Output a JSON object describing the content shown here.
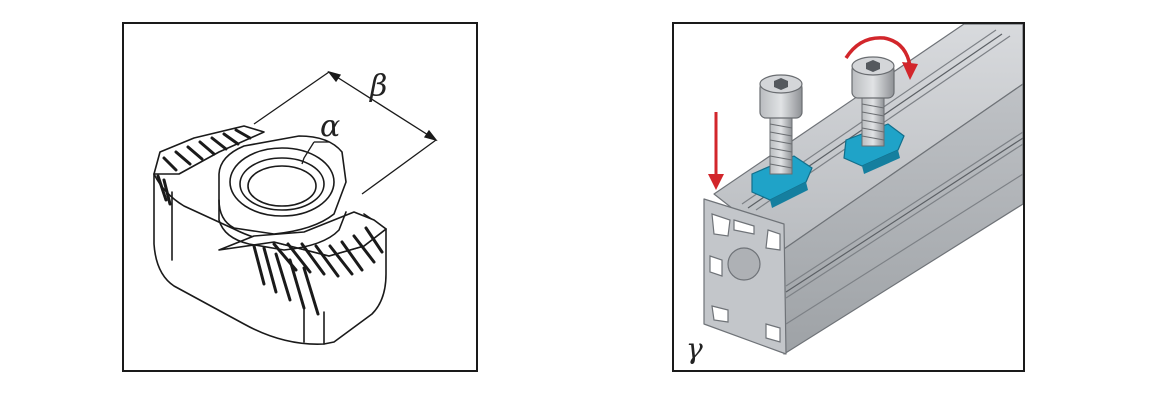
{
  "left_panel": {
    "label_alpha": "α",
    "label_beta": "β"
  },
  "right_panel": {
    "label_gamma": "γ"
  },
  "colors": {
    "outline": "#1a1a1a",
    "aluminium": "#c9ccd0",
    "aluminium_dark": "#8e9296",
    "nut_blue": "#1fa3c8",
    "arrow_red": "#d2262b",
    "bolt_grey": "#9a9da1"
  }
}
